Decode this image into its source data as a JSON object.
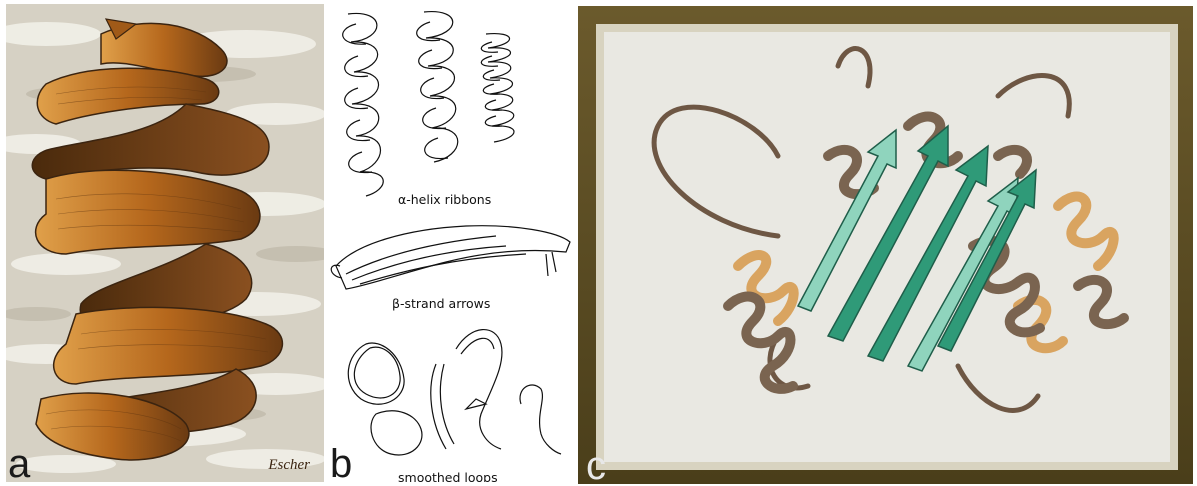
{
  "panels": {
    "a": {
      "letter": "a",
      "signature": "Escher"
    },
    "b": {
      "letter": "b",
      "captions": {
        "helix": "α-helix ribbons",
        "strand": "β-strand arrows",
        "loops": "smoothed loops"
      }
    },
    "c": {
      "letter": "c"
    }
  },
  "colors": {
    "escher_ribbon": "#b5671c",
    "escher_ribbon_dark": "#5c3310",
    "escher_sky": "#d8d4c8",
    "protein_helix_brown": "#7a6450",
    "protein_helix_tan": "#d9a460",
    "protein_strand_green": "#2f9a78",
    "protein_strand_light": "#8fd4bd",
    "frame_olive": "#5a4c24",
    "canvas_paper": "#e9e8e2"
  },
  "icons": [
    "escher-rind-artwork",
    "helix-ribbon-sketch",
    "strand-arrow-sketch",
    "loop-sketch",
    "protein-ribbon-drawing"
  ]
}
